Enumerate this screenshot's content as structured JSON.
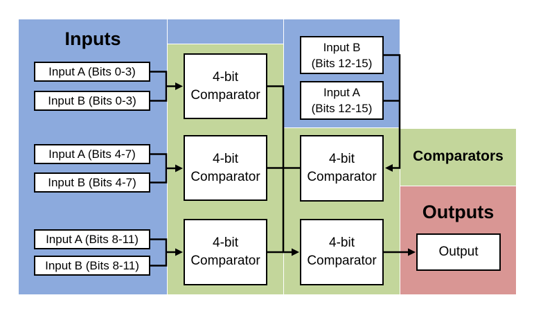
{
  "regions": {
    "inputs": {
      "label": "Inputs",
      "bg": "#8CAADD"
    },
    "comparators": {
      "label": "Comparators",
      "bg": "#C3D69B"
    },
    "outputs": {
      "label": "Outputs",
      "bg": "#D99694"
    }
  },
  "input_boxes": {
    "a_0_3": {
      "label": "Input A (Bits 0-3)"
    },
    "b_0_3": {
      "label": "Input B (Bits 0-3)"
    },
    "a_4_7": {
      "label": "Input A (Bits 4-7)"
    },
    "b_4_7": {
      "label": "Input B (Bits 4-7)"
    },
    "a_8_11": {
      "label": "Input A (Bits 8-11)"
    },
    "b_8_11": {
      "label": "Input B (Bits 8-11)"
    },
    "b_12_15": {
      "line1": "Input B",
      "line2": "(Bits 12-15)"
    },
    "a_12_15": {
      "line1": "Input A",
      "line2": "(Bits 12-15)"
    }
  },
  "comparator_boxes": [
    {
      "line1": "4-bit",
      "line2": "Comparator"
    },
    {
      "line1": "4-bit",
      "line2": "Comparator"
    },
    {
      "line1": "4-bit",
      "line2": "Comparator"
    },
    {
      "line1": "4-bit",
      "line2": "Comparator"
    },
    {
      "line1": "4-bit",
      "line2": "Comparator"
    }
  ],
  "output_box": {
    "label": "Output"
  },
  "wire_color": "#000000",
  "box_border_color": "#000000",
  "box_fill_color": "#FFFFFF"
}
